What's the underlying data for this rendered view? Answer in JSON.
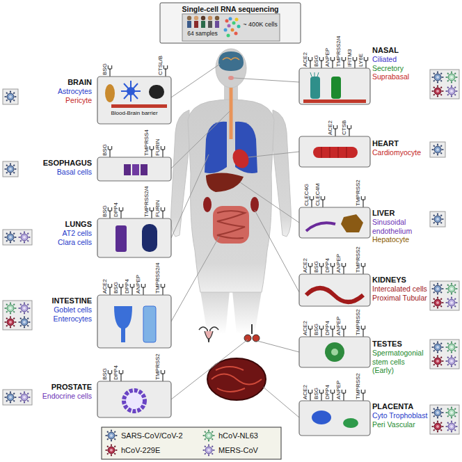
{
  "diagram": {
    "nodes": [
      {
        "text": [
          "Single-cell RNA sequencing",
          "64 samples",
          "~ 400K cells"
        ]
      },
      {
        "text": [
          "BRAIN",
          "Astrocytes",
          "Pericyte",
          "BSG",
          "CTSL/B",
          "Blood-Brain barrier"
        ]
      },
      {
        "text": [
          "NASAL",
          "Ciliated",
          "Secretory",
          "Suprabasal",
          "ACE2",
          "BSG",
          "ANPEP",
          "TMPRSS2/4",
          "IFITM3",
          "LY6E"
        ]
      },
      {
        "text": [
          "ESOPHAGUS",
          "Basal cells",
          "BSG",
          "TMPRSS4",
          "FURIN"
        ]
      },
      {
        "text": [
          "HEART",
          "Cardiomyocyte",
          "ACE2",
          "CTSB"
        ]
      },
      {
        "text": [
          "LUNGS",
          "AT2 cells",
          "Clara cells",
          "BSG",
          "DPP4",
          "TMPRSS2/4",
          "FURIN"
        ]
      },
      {
        "text": [
          "LIVER",
          "Sinusoidal endothelium",
          "Hepatocyte",
          "CLEC4G",
          "CLEC4M",
          "TMPRSS2"
        ]
      },
      {
        "text": [
          "INTESTINE",
          "Goblet cells",
          "Enterocytes",
          "ACE2",
          "BSG",
          "DPP4",
          "ANPEP",
          "TMPRSS2/4"
        ]
      },
      {
        "text": [
          "KIDNEYS",
          "Intercalated cells",
          "Proximal Tubular",
          "ACE2",
          "BSG",
          "DPP4",
          "ANPEP",
          "TMPRSS2"
        ]
      },
      {
        "text": [
          "TESTES",
          "Spermatogonial stem cells (Early)",
          "ACE2",
          "BSG",
          "DPP4",
          "ANPEP",
          "TMPRSS2"
        ]
      },
      {
        "text": [
          "PROSTATE",
          "Endocrine cells",
          "BSG",
          "DPP4",
          "TMPRSS2"
        ]
      },
      {
        "text": [
          "PLACENTA",
          "Cyto Trophoblast",
          "Peri Vascular",
          "ACE2",
          "BSG",
          "DPP4",
          "ANPEP",
          "TMPRSS2"
        ]
      }
    ],
    "legend": [
      {
        "text": "SARS-CoV/CoV-2"
      },
      {
        "text": "hCoV-NL63"
      },
      {
        "text": "hCoV-229E"
      },
      {
        "text": "MERS-CoV"
      }
    ]
  }
}
